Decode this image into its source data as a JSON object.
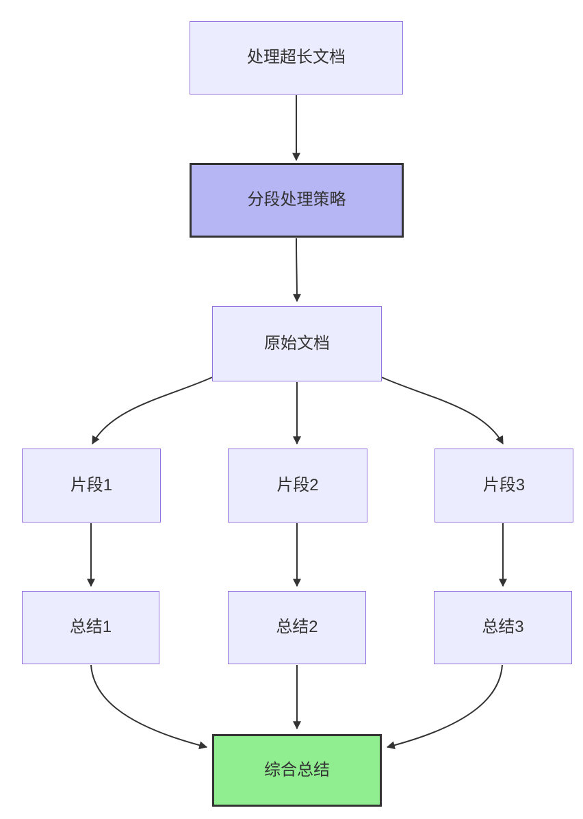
{
  "diagram": {
    "type": "flowchart",
    "direction": "top-down",
    "nodes": [
      {
        "id": "A",
        "label": "处理超长文档",
        "style": "default"
      },
      {
        "id": "B",
        "label": "分段处理策略",
        "style": "highlight"
      },
      {
        "id": "C",
        "label": "原始文档",
        "style": "default"
      },
      {
        "id": "D1",
        "label": "片段1",
        "style": "default"
      },
      {
        "id": "D2",
        "label": "片段2",
        "style": "default"
      },
      {
        "id": "D3",
        "label": "片段3",
        "style": "default"
      },
      {
        "id": "E1",
        "label": "总结1",
        "style": "default"
      },
      {
        "id": "E2",
        "label": "总结2",
        "style": "default"
      },
      {
        "id": "E3",
        "label": "总结3",
        "style": "default"
      },
      {
        "id": "F",
        "label": "综合总结",
        "style": "success"
      }
    ],
    "edges": [
      {
        "from": "A",
        "to": "B"
      },
      {
        "from": "B",
        "to": "C"
      },
      {
        "from": "C",
        "to": "D1"
      },
      {
        "from": "C",
        "to": "D2"
      },
      {
        "from": "C",
        "to": "D3"
      },
      {
        "from": "D1",
        "to": "E1"
      },
      {
        "from": "D2",
        "to": "E2"
      },
      {
        "from": "D3",
        "to": "E3"
      },
      {
        "from": "E1",
        "to": "F"
      },
      {
        "from": "E2",
        "to": "F"
      },
      {
        "from": "E3",
        "to": "F"
      }
    ],
    "colors": {
      "node_fill": "#ececff",
      "node_border": "#9370db",
      "highlight_fill": "#b6b6f5",
      "highlight_border": "#333333",
      "success_fill": "#90ee90",
      "success_border": "#333333",
      "edge": "#333333",
      "text": "#333333",
      "background": "#ffffff"
    }
  }
}
